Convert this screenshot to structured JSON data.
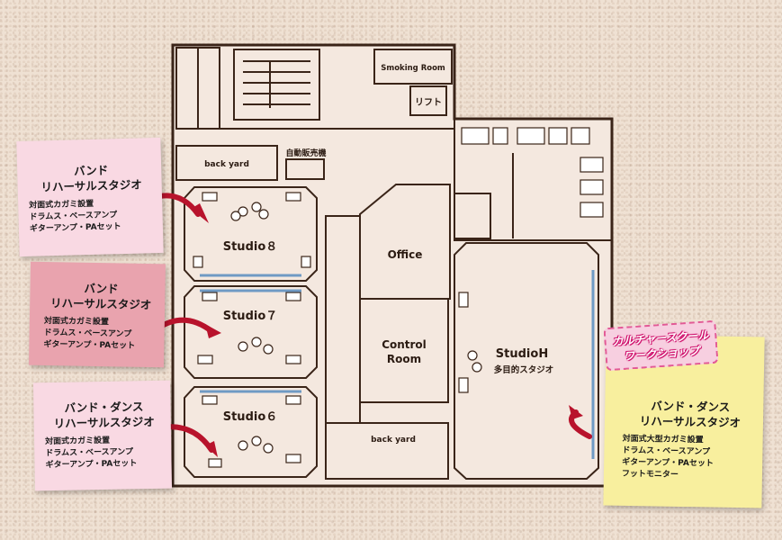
{
  "rooms": {
    "smoking_room": "Smoking Room",
    "lift": "リフト",
    "back_yard_top": "back yard",
    "vending": "自動販売機",
    "studio8": "Studio８",
    "studio7": "Studio７",
    "studio6": "Studio６",
    "office": "Office",
    "control_room_1": "Control",
    "control_room_2": "Room",
    "studio_h": "StudioH",
    "studio_h_sub": "多目的スタジオ",
    "back_yard_bottom": "back yard"
  },
  "notes": [
    {
      "title_1": "バンド",
      "title_2": "リハーサルスタジオ",
      "lines": [
        "対面式カガミ設置",
        "ドラムス・ベースアンプ",
        "ギターアンプ・PAセット"
      ]
    },
    {
      "title_1": "バンド",
      "title_2": "リハーサルスタジオ",
      "lines": [
        "対面式カガミ設置",
        "ドラムス・ベースアンプ",
        "ギターアンプ・PAセット"
      ]
    },
    {
      "title_1": "バンド・ダンス",
      "title_2": "リハーサルスタジオ",
      "lines": [
        "対面式カガミ設置",
        "ドラムス・ベースアンプ",
        "ギターアンプ・PAセット"
      ]
    },
    {
      "title_1": "バンド・ダンス",
      "title_2": "リハーサルスタジオ",
      "lines": [
        "対面式大型カガミ設置",
        "ドラムス・ベースアンプ",
        "ギターアンプ・PAセット",
        "フットモニター"
      ]
    }
  ],
  "culture_tag": {
    "line_1": "カルチャースクール",
    "line_2": "ワークショップ"
  },
  "colors": {
    "wall": "#3a2418",
    "floor": "#f4e8df",
    "arrow": "#b8132c"
  }
}
